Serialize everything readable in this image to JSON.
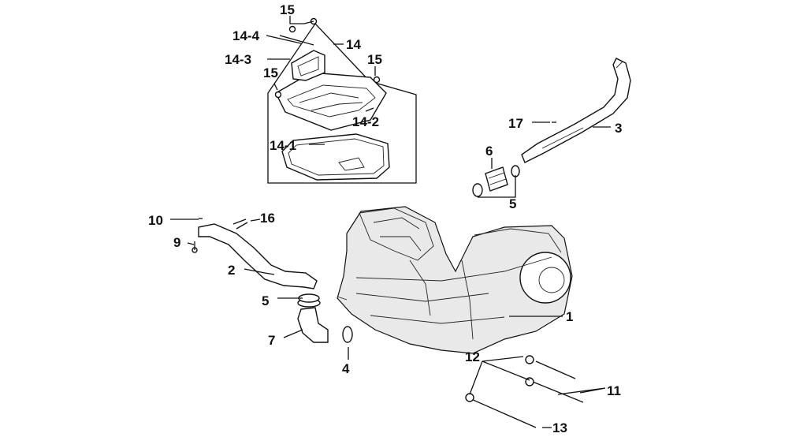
{
  "labels": {
    "l1": "1",
    "l2": "2",
    "l3": "3",
    "l4": "4",
    "l5a": "5",
    "l5b": "5",
    "l6": "6",
    "l7": "7",
    "l9": "9",
    "l10": "10",
    "l11": "11",
    "l12": "12",
    "l13": "13",
    "l14": "14",
    "l14_1": "14-1",
    "l14_2": "14-2",
    "l14_3": "14-3",
    "l14_4": "14-4",
    "l15a": "15",
    "l15b": "15",
    "l15c": "15",
    "l16": "16",
    "l17": "17"
  }
}
